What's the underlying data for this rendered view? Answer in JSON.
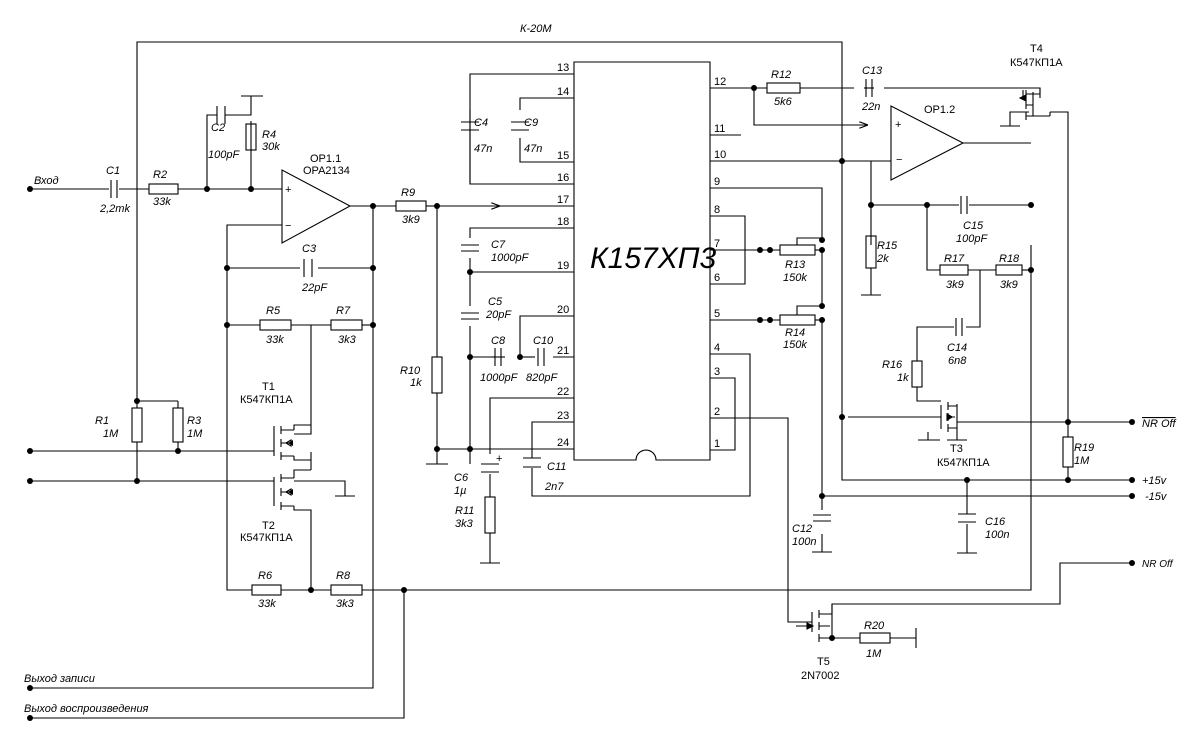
{
  "feedback_label": "К-20М",
  "ic": {
    "name": "К157ХП3",
    "pins": [
      "13",
      "14",
      "15",
      "16",
      "17",
      "18",
      "19",
      "20",
      "21",
      "22",
      "23",
      "24",
      "12",
      "11",
      "10",
      "9",
      "8",
      "7",
      "6",
      "5",
      "4",
      "3",
      "2",
      "1"
    ]
  },
  "opamps": {
    "op1_1": {
      "name": "OP1.1",
      "type": "OPA2134",
      "plus": "+",
      "minus": "−"
    },
    "op1_2": {
      "name": "OP1.2",
      "plus": "+",
      "minus": "−"
    }
  },
  "transistors": {
    "t1": {
      "name": "T1",
      "type": "К547КП1А"
    },
    "t2": {
      "name": "T2",
      "type": "К547КП1А"
    },
    "t3": {
      "name": "T3",
      "type": "К547КП1А"
    },
    "t4": {
      "name": "T4",
      "type": "К547КП1А"
    },
    "t5": {
      "name": "T5",
      "type": "2N7002"
    }
  },
  "components": {
    "c1": {
      "name": "C1",
      "value": "2,2mk"
    },
    "r2": {
      "name": "R2",
      "value": "33k"
    },
    "c2": {
      "name": "C2",
      "value": "100pF"
    },
    "r4": {
      "name": "R4",
      "value": "30k"
    },
    "c3": {
      "name": "C3",
      "value": "22pF"
    },
    "r5": {
      "name": "R5",
      "value": "33k"
    },
    "r7": {
      "name": "R7",
      "value": "3k3"
    },
    "r1": {
      "name": "R1",
      "value": "1M"
    },
    "r3": {
      "name": "R3",
      "value": "1M"
    },
    "r6": {
      "name": "R6",
      "value": "33k"
    },
    "r8": {
      "name": "R8",
      "value": "3k3"
    },
    "r9": {
      "name": "R9",
      "value": "3k9"
    },
    "r10": {
      "name": "R10",
      "value": "1k"
    },
    "c4": {
      "name": "C4",
      "value": "47n"
    },
    "c9": {
      "name": "C9",
      "value": "47n"
    },
    "c7": {
      "name": "C7",
      "value": "1000pF"
    },
    "c5": {
      "name": "C5",
      "value": "20pF"
    },
    "c8": {
      "name": "C8",
      "value": "1000pF"
    },
    "c10": {
      "name": "C10",
      "value": "820pF"
    },
    "c6": {
      "name": "C6",
      "value": "1µ"
    },
    "r11": {
      "name": "R11",
      "value": "3k3"
    },
    "c11": {
      "name": "C11",
      "value": "2n7"
    },
    "r12": {
      "name": "R12",
      "value": "5k6"
    },
    "c13": {
      "name": "C13",
      "value": "22n"
    },
    "r13": {
      "name": "R13",
      "value": "150k"
    },
    "r14": {
      "name": "R14",
      "value": "150k"
    },
    "c12": {
      "name": "C12",
      "value": "100n"
    },
    "r15": {
      "name": "R15",
      "value": "2k"
    },
    "c15": {
      "name": "C15",
      "value": "100pF"
    },
    "r17": {
      "name": "R17",
      "value": "3k9"
    },
    "r18": {
      "name": "R18",
      "value": "3k9"
    },
    "c14": {
      "name": "C14",
      "value": "6n8"
    },
    "r16": {
      "name": "R16",
      "value": "1k"
    },
    "r19": {
      "name": "R19",
      "value": "1M"
    },
    "c16": {
      "name": "C16",
      "value": "100n"
    },
    "r20": {
      "name": "R20",
      "value": "1M"
    }
  },
  "labels": {
    "input": "Вход",
    "record_out": "Выход записи",
    "playback_out": "Выход воспроизведения",
    "nr_off_bar": "NR Off",
    "plus15": "+15v",
    "minus15": "-15v",
    "nr_off": "NR Off",
    "c6_plus": "+"
  }
}
